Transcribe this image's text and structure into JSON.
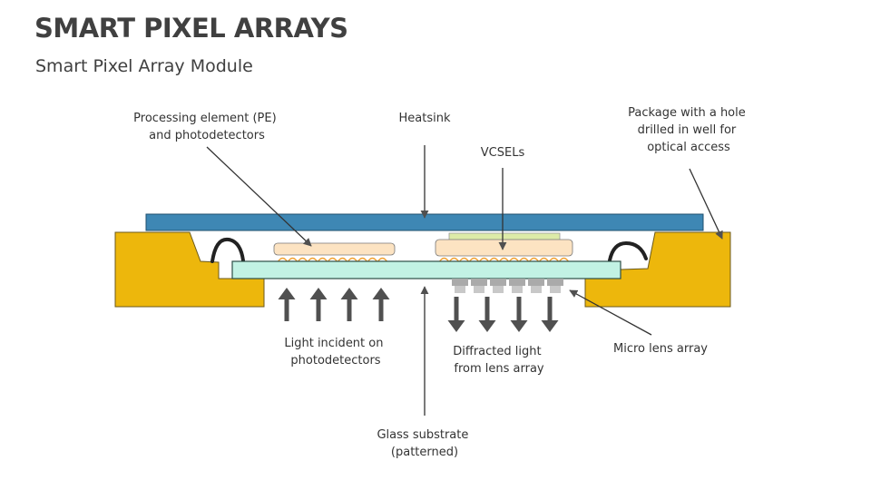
{
  "header": {
    "title": "SMART PIXEL ARRAYS",
    "subtitle": "Smart Pixel Array Module"
  },
  "labels": {
    "processing_element": [
      "Processing element (PE)",
      "and photodetectors"
    ],
    "heatsink": [
      "Heatsink"
    ],
    "vcsels": [
      "VCSELs"
    ],
    "package": [
      "Package with a hole",
      "drilled in well for",
      "optical access"
    ],
    "light_incident": [
      "Light incident on",
      "photodetectors"
    ],
    "diffracted_light": [
      "Diffracted light",
      "from lens array"
    ],
    "micro_lens": [
      "Micro lens array"
    ],
    "glass_substrate": [
      "Glass substrate",
      "(patterned)"
    ]
  },
  "colors": {
    "heatsink": "#3E87B4",
    "package": "#EDB70C",
    "substrate": "#C2F2E4",
    "chip": "#FCE3C2",
    "vcsel_top": "#DDEBA8",
    "coil": "#F0A030",
    "lens": "#C8C8C8",
    "arrow": "#505050"
  }
}
